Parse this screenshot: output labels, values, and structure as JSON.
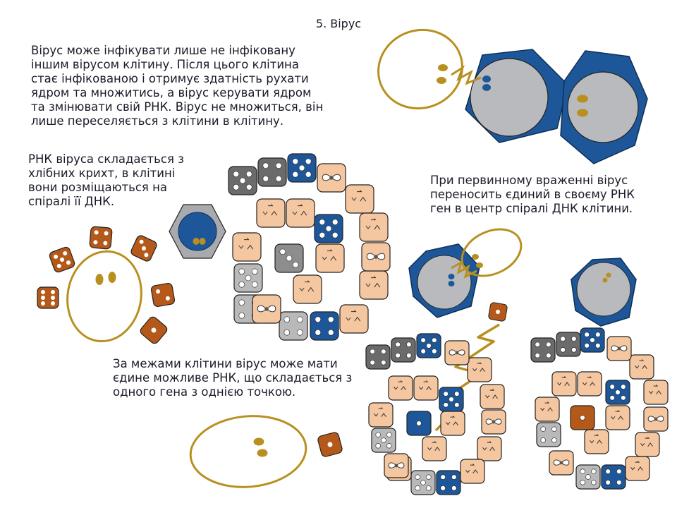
{
  "title": "5. Вірус",
  "paragraphs": {
    "p1": "Вірус може інфікувати лише не інфіковану іншим вірусом клітину. Після цього клітина стає інфікованою і отримує здатність рухати ядром та множитись, а вірус керувати ядром та змінювати свій РНК. Вірус не множиться, він лише переселяється з клітини в клітину.",
    "p2": "РНК віруса складається з хлібних крихт, в клітині вони розміщаються на спіралі її ДНК.",
    "p3": "При первинному враженні вірус переносить єдиний в своєму РНК ген в центр спіралі ДНК клітини.",
    "p4": "За межами клітини вірус може мати єдине можливе РНК, що складається з одного гена з однією точкою."
  },
  "colors": {
    "virus_gold": "#b8901f",
    "cell_blue": "#1e5799",
    "nucleus_gray": "#b9babd",
    "crumb_brown": "#b5591a",
    "tile_peach": "#f5c7a0",
    "die_dark": "#6b6b6b",
    "die_light": "#b9b9b9"
  }
}
